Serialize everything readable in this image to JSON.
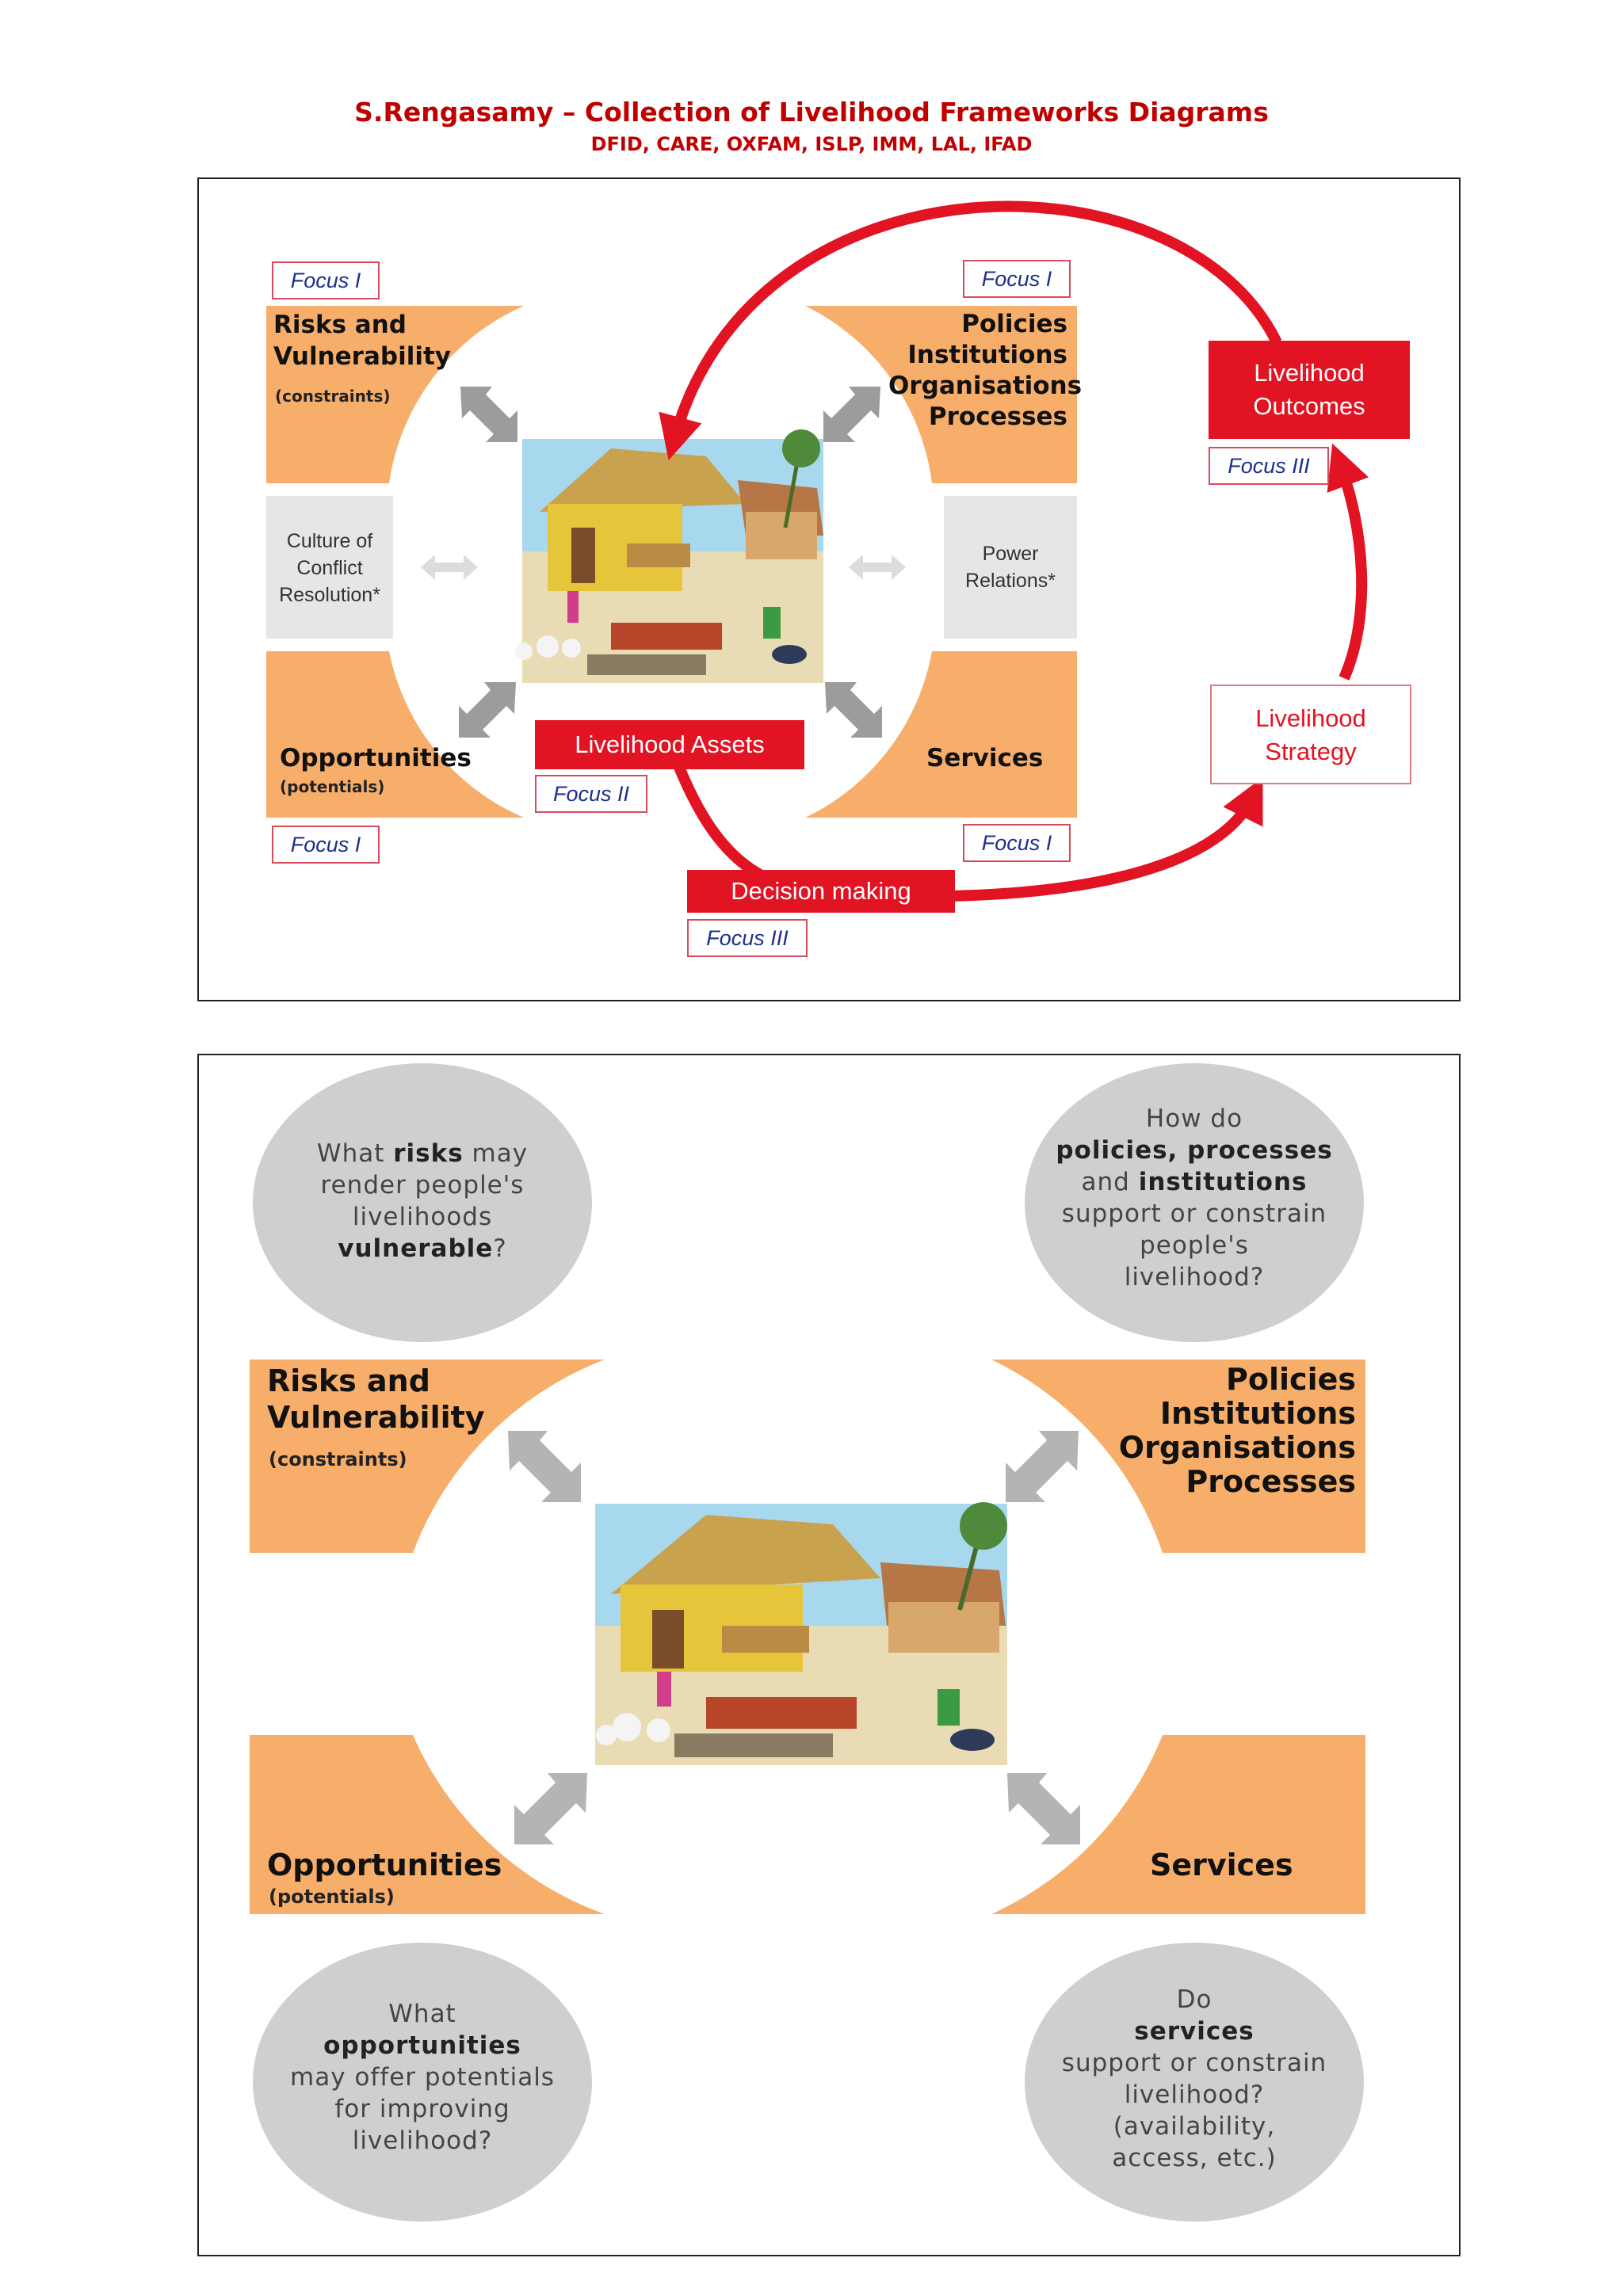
{
  "header": {
    "title": "S.Rengasamy – Collection of Livelihood Frameworks Diagrams",
    "subtitle": "DFID, CARE, OXFAM, ISLP, IMM, LAL, IFAD"
  },
  "colors": {
    "orange": "#f7ae6a",
    "red": "#e21322",
    "grey": "#e6e6e6",
    "circle_grey": "#cfcfcf",
    "arrow_grey": "#9c9c9c",
    "focus_text": "#1e2f8e",
    "header_red": "#c00000"
  },
  "diagram1": {
    "risks": {
      "title_line1": "Risks and",
      "title_line2": "Vulnerability",
      "note": "(constraints)"
    },
    "policies": {
      "line1": "Policies",
      "line2": "Institutions",
      "line3": "Organisations",
      "line4": "Processes"
    },
    "opportunities": {
      "title": "Opportunities",
      "note": "(potentials)"
    },
    "services": {
      "title": "Services"
    },
    "culture": {
      "line1": "Culture of",
      "line2": "Conflict",
      "line3": "Resolution*"
    },
    "power": {
      "line1": "Power",
      "line2": "Relations*"
    },
    "assets": "Livelihood Assets",
    "decision": "Decision making",
    "outcomes": {
      "line1": "Livelihood",
      "line2": "Outcomes"
    },
    "strategy": {
      "line1": "Livelihood",
      "line2": "Strategy"
    },
    "focus": {
      "risks": "Focus I",
      "policies": "Focus I",
      "opportunities": "Focus I",
      "services": "Focus I",
      "assets": "Focus II",
      "decision": "Focus III",
      "outcomes": "Focus III"
    }
  },
  "diagram2": {
    "risks": {
      "title_line1": "Risks and",
      "title_line2": "Vulnerability",
      "note": "(constraints)"
    },
    "policies": {
      "line1": "Policies",
      "line2": "Institutions",
      "line3": "Organisations",
      "line4": "Processes"
    },
    "opportunities": {
      "title": "Opportunities",
      "note": "(potentials)"
    },
    "services": {
      "title": "Services"
    },
    "q_risks": {
      "a": "What ",
      "b": "risks",
      "c": " may",
      "d": "render people's",
      "e": "livelihoods",
      "f": "vulnerable",
      "g": "?"
    },
    "q_policies": {
      "a": "How do",
      "b": "policies, processes",
      "c": "and ",
      "d": "institutions",
      "e": "support or constrain",
      "f": "people's",
      "g": "livelihood?"
    },
    "q_opportunities": {
      "a": "What",
      "b": "opportunities",
      "c": "may offer potentials",
      "d": "for improving",
      "e": "livelihood?"
    },
    "q_services": {
      "a": "Do",
      "b": "services",
      "c": "support or constrain",
      "d": "livelihood?",
      "e": "(availability,",
      "f": "access, etc.)"
    }
  }
}
